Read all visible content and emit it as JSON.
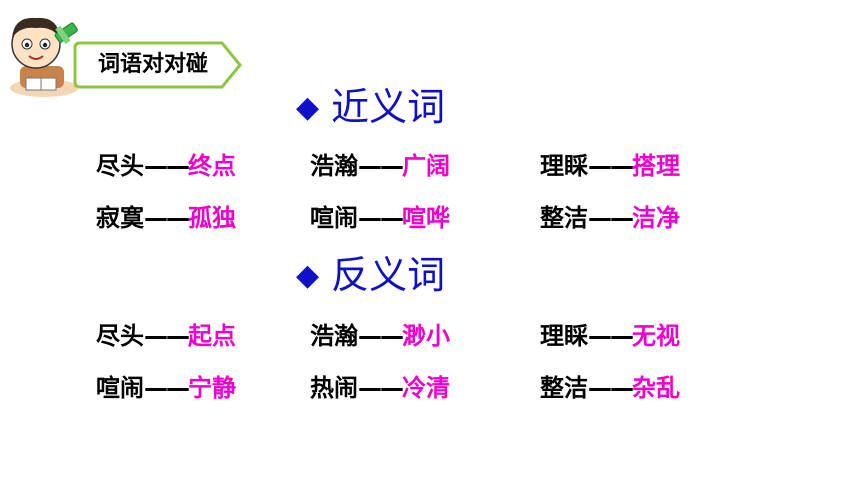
{
  "banner": {
    "label": "词语对对碰"
  },
  "sections": [
    {
      "title": "近义词",
      "rows": [
        [
          {
            "word": "尽头",
            "dash": "——",
            "answer": "终点"
          },
          {
            "word": "浩瀚",
            "dash": "——",
            "answer": "广阔"
          },
          {
            "word": "理睬",
            "dash": "——",
            "answer": "搭理"
          }
        ],
        [
          {
            "word": "寂寞",
            "dash": "——",
            "answer": "孤独"
          },
          {
            "word": "喧闹",
            "dash": "——",
            "answer": "喧哗"
          },
          {
            "word": "整洁",
            "dash": "——",
            "answer": "洁净"
          }
        ]
      ]
    },
    {
      "title": "反义词",
      "rows": [
        [
          {
            "word": "尽头",
            "dash": "——",
            "answer": "起点"
          },
          {
            "word": "浩瀚",
            "dash": "——",
            "answer": "渺小"
          },
          {
            "word": "理睬",
            "dash": "——",
            "answer": "无视"
          }
        ],
        [
          {
            "word": "喧闹",
            "dash": "——",
            "answer": "宁静"
          },
          {
            "word": "热闹",
            "dash": "——",
            "answer": "冷清"
          },
          {
            "word": "整洁",
            "dash": "——",
            "answer": "杂乱"
          }
        ]
      ]
    }
  ],
  "colors": {
    "title": "#1010c8",
    "answer": "#ee00cc",
    "banner_border": "#8cc63f"
  },
  "icons": {
    "bullet": "diamond-bullet-icon",
    "mascot": "boy-reading-icon"
  }
}
